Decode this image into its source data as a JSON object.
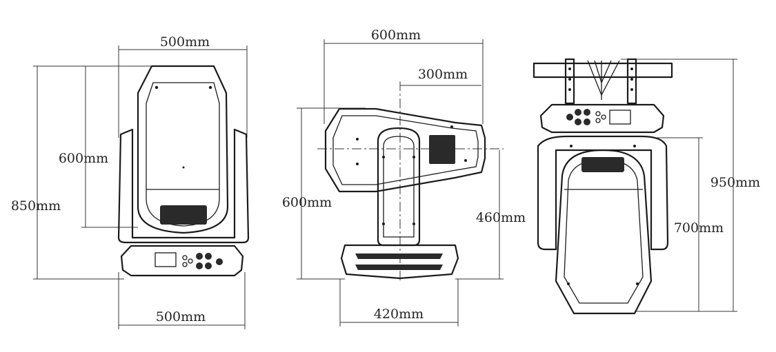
{
  "dimensions": {
    "front": {
      "top_width": "500mm",
      "bottom_width": "500mm",
      "total_height": "850mm",
      "head_height": "600mm"
    },
    "side": {
      "total_length": "600mm",
      "half_length": "300mm",
      "total_height": "600mm",
      "base_height": "460mm",
      "base_width": "420mm"
    },
    "top": {
      "total_height": "950mm",
      "head_height": "700mm"
    }
  },
  "colors": {
    "line": "#1a1a1a",
    "background": "#ffffff"
  }
}
